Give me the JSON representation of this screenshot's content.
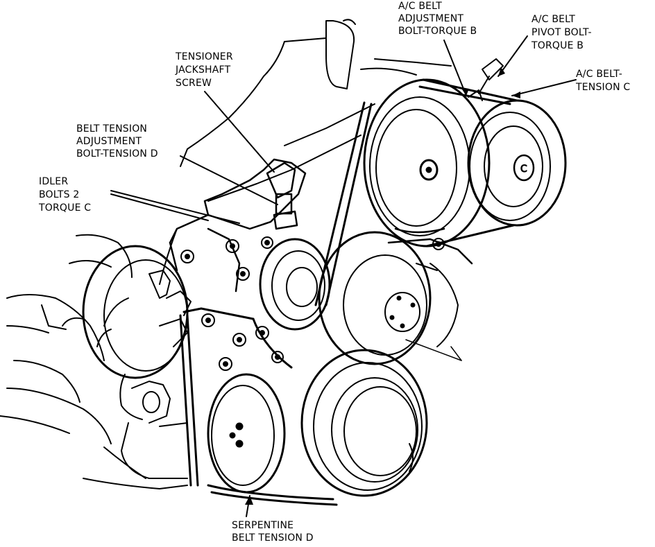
{
  "colors": {
    "ink": "#000000",
    "paper": "#ffffff"
  },
  "labels": {
    "ac_adjust": [
      "A/C BELT",
      "ADJUSTMENT",
      "BOLT-TORQUE B"
    ],
    "ac_pivot": [
      "A/C BELT",
      "PIVOT BOLT-",
      "TORQUE B"
    ],
    "ac_tension": [
      "A/C BELT-",
      "TENSION C"
    ],
    "tensioner": [
      "TENSIONER",
      "JACKSHAFT",
      "SCREW"
    ],
    "belt_adjust": [
      "BELT TENSION",
      "ADJUSTMENT",
      "BOLT-TENSION D"
    ],
    "idler": [
      "IDLER",
      "BOLTS 2",
      "TORQUE C"
    ],
    "serpentine": [
      "SERPENTINE",
      "BELT TENSION D"
    ],
    "ac_pulley_mark": "C"
  }
}
